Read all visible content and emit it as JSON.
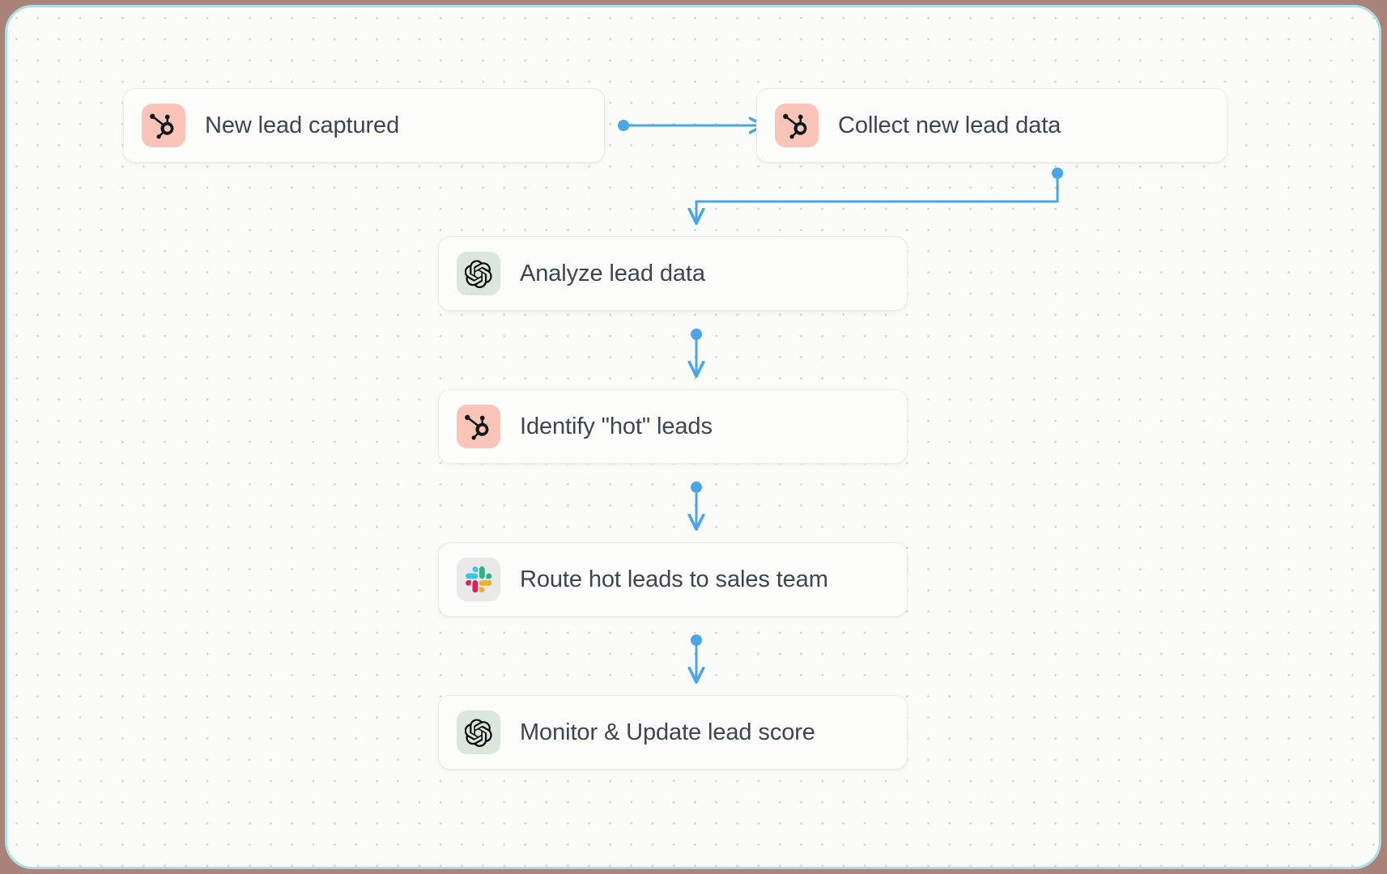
{
  "canvas": {
    "background_color": "#fbfbfa",
    "border_color": "#a9dfe4",
    "grid": "dotted",
    "outside_color": "#a98377"
  },
  "edge_color": "#49a6e8",
  "icon_backgrounds": {
    "hubspot": "#fac5b8",
    "openai": "#dbe6df",
    "slack": "#e9e9e9"
  },
  "nodes": [
    {
      "id": "trigger",
      "label": "New lead captured",
      "icon": "hubspot-icon"
    },
    {
      "id": "collect",
      "label": "Collect new lead data",
      "icon": "hubspot-icon"
    },
    {
      "id": "analyze",
      "label": "Analyze lead data",
      "icon": "openai-icon"
    },
    {
      "id": "identify",
      "label": "Identify \"hot\" leads",
      "icon": "hubspot-icon"
    },
    {
      "id": "route",
      "label": "Route hot leads to sales team",
      "icon": "slack-icon"
    },
    {
      "id": "monitor",
      "label": "Monitor & Update lead score",
      "icon": "openai-icon"
    }
  ],
  "edges": [
    {
      "from": "trigger",
      "to": "collect",
      "shape": "horizontal"
    },
    {
      "from": "collect",
      "to": "analyze",
      "shape": "elbow"
    },
    {
      "from": "analyze",
      "to": "identify",
      "shape": "vertical"
    },
    {
      "from": "identify",
      "to": "route",
      "shape": "vertical"
    },
    {
      "from": "route",
      "to": "monitor",
      "shape": "vertical"
    }
  ]
}
